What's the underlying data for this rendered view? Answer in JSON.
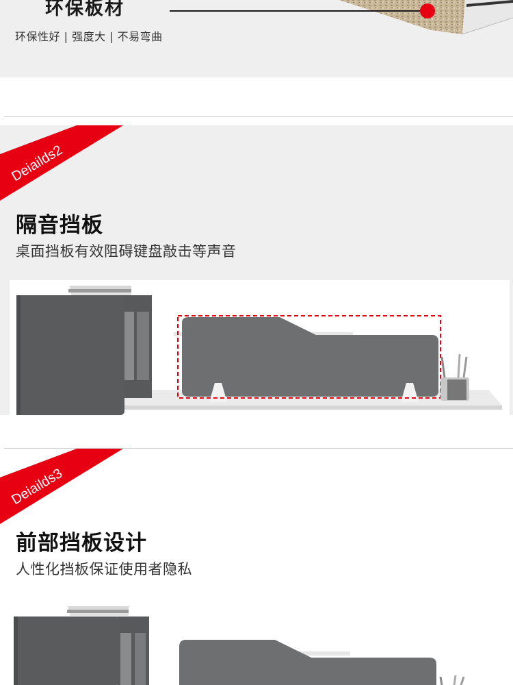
{
  "section1": {
    "title": "环保板材",
    "subtitle": "环保性好 | 强度大 | 不易弯曲"
  },
  "section2": {
    "badge": "Deiailds2",
    "title": "隔音挡板",
    "subtitle": "桌面挡板有效阻碍键盘敲击等声音"
  },
  "section3": {
    "badge": "Deiailds3",
    "title": "前部挡板设计",
    "subtitle": "人性化挡板保证使用者隐私"
  },
  "colors": {
    "accent": "#e60012",
    "panel": "#6e6f71",
    "cabinet": "#5a5b5d",
    "background": "#efefef"
  }
}
